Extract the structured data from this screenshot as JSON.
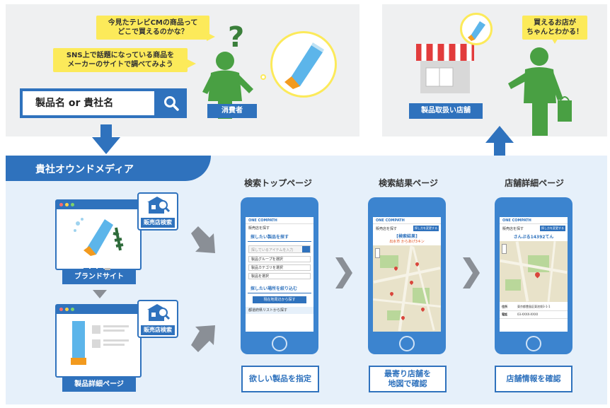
{
  "consumer": {
    "bubble1": "今見たテレビCMの商品って\nどこで買えるのかな？",
    "bubble2": "SNS上で話題になっている商品を\nメーカーのサイトで調べてみよう",
    "search_box": "製品名 or 貴社名",
    "label": "消費者"
  },
  "store": {
    "bubble": "買えるお店が\nちゃんとわかる！",
    "label": "製品取扱い店舗"
  },
  "owned_media": {
    "title": "貴社オウンドメディア",
    "brand_site_label": "ブランドサイト",
    "product_page_label": "製品詳細ページ",
    "store_search_badge": "販売店検索"
  },
  "steps": [
    {
      "title": "検索トップページ",
      "caption": "欲しい製品を指定",
      "screen": {
        "brand": "ONE COMPATH",
        "heading": "販売店を探す",
        "section1": "探したい製品を探す",
        "section2": "探したい場所を絞り込む",
        "search_placeholder": "探しているアイテムを入力",
        "select1": "製品グループを選択",
        "select2": "製品カテゴリを選択",
        "select3": "製品を選択",
        "button": "現在地周辺から探す",
        "footer": "都道府県リストから探す"
      }
    },
    {
      "title": "検索結果ページ",
      "caption": "最寄り店舗を\n地図で確認",
      "screen": {
        "brand": "ONE COMPATH",
        "heading": "販売店を探す",
        "button": "探し方を変更する",
        "result": "[検索結果]",
        "sub": "出水市 からあげ3キン"
      }
    },
    {
      "title": "店舗詳細ページ",
      "caption": "店舗情報を確認",
      "screen": {
        "brand": "ONE COMPATH",
        "heading": "販売店を探す",
        "button": "探し方を変更する",
        "store_name": "さんぷる14392てん",
        "address_label": "住所",
        "address": "東京都豊島区東池袋3-1-1",
        "tel_label": "電話",
        "tel": "03-XXXX-XXXX"
      }
    }
  ]
}
